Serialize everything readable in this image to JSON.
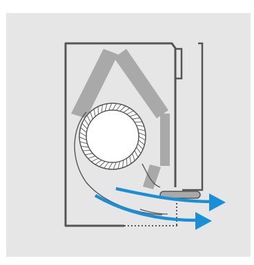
{
  "diagram": {
    "colors": {
      "background": "#e6e6e6",
      "outline": "#555555",
      "components": "#a9a9a9",
      "airflow": "#1b8fd6",
      "fan_fill": "#ffffff"
    },
    "airflow_arrow_count": 2,
    "icons": [
      "enclosure-outline",
      "side-panel-bracket",
      "heatpipe-block",
      "blower-fan",
      "airflow-arrow"
    ]
  }
}
